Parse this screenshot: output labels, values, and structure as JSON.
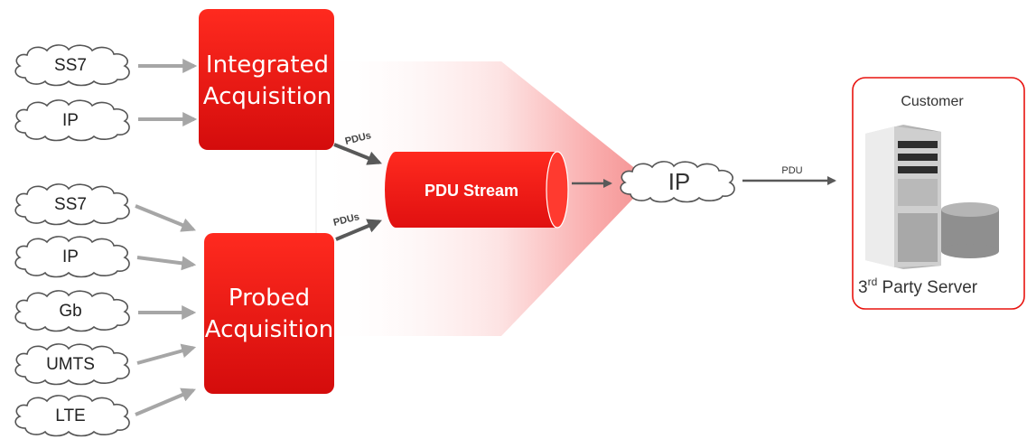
{
  "integrated_inputs": [
    "SS7",
    "IP"
  ],
  "probed_inputs": [
    "SS7",
    "IP",
    "Gb",
    "UMTS",
    "LTE"
  ],
  "integrated_box": {
    "line1": "Integrated",
    "line2": "Acquisition"
  },
  "probed_box": {
    "line1": "Probed",
    "line2": "Acquisition"
  },
  "pdus_label_top": "PDUs",
  "pdus_label_bottom": "PDUs",
  "stream_label": "PDU Stream",
  "ip_cloud_label": "IP",
  "pdu_label": "PDU",
  "customer": {
    "title": "Customer",
    "server_prefix": "3",
    "server_sup": "rd",
    "server_suffix": " Party Server"
  },
  "colors": {
    "accent": "#e8130f",
    "arrow_light": "#a6a6a6",
    "arrow_dark": "#595959"
  }
}
